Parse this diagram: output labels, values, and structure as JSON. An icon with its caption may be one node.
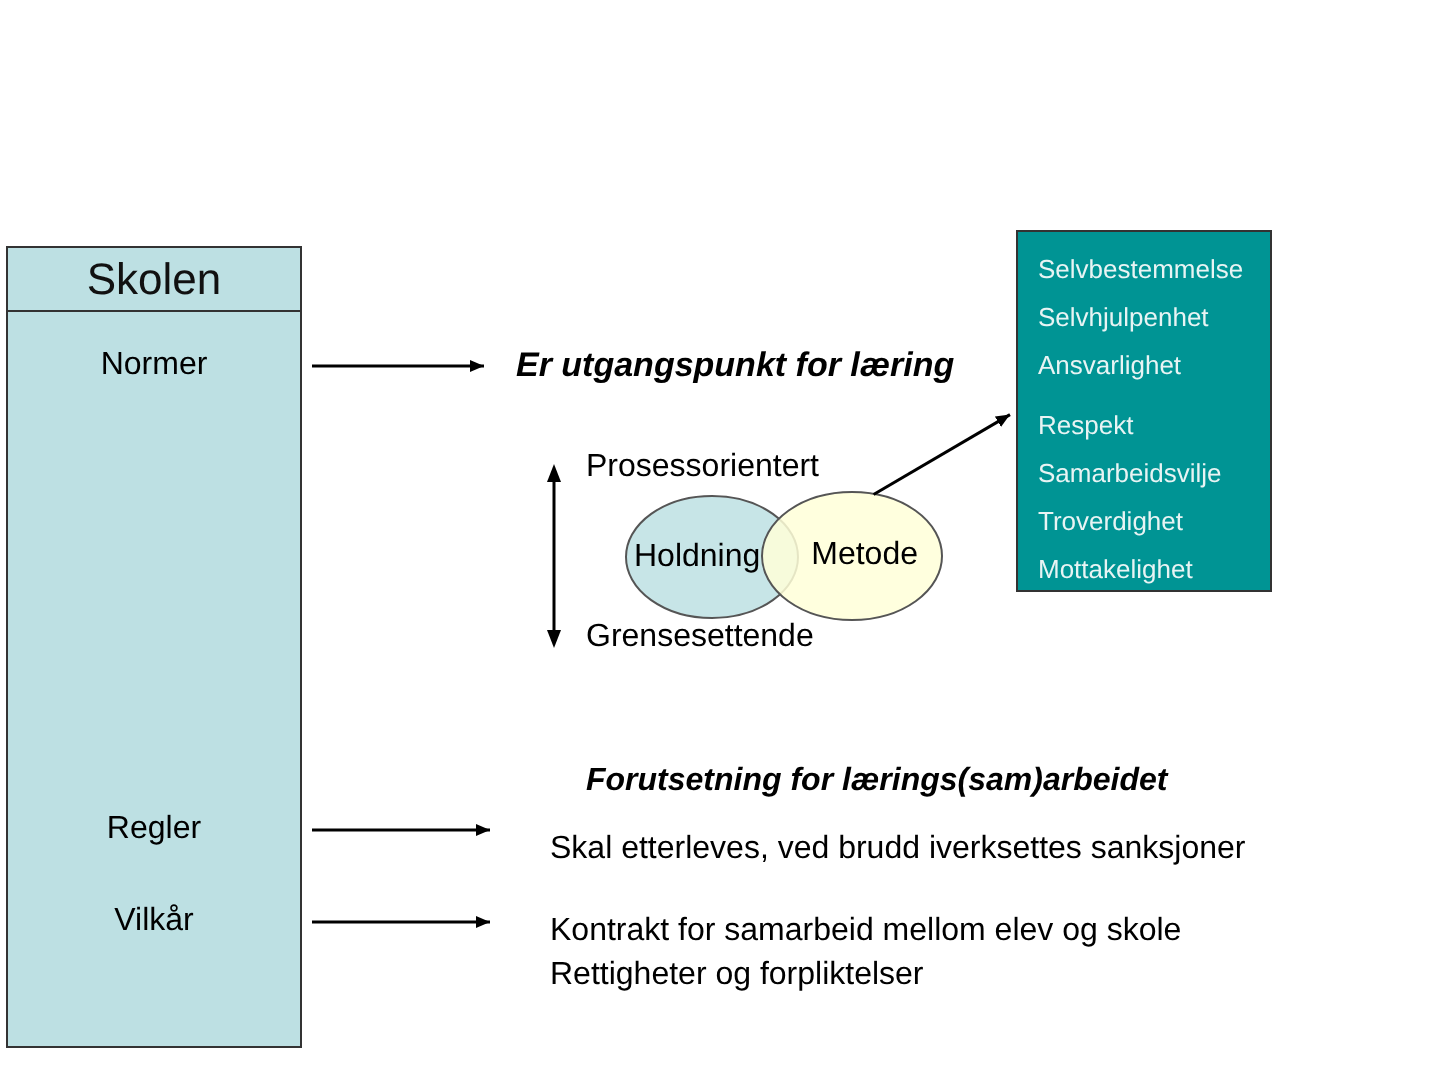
{
  "diagram": {
    "nodes": [
      {
        "text": [
          "Skolen"
        ]
      },
      {
        "text": [
          "Normer"
        ],
        "in": 0
      },
      {
        "text": [
          "Regler"
        ],
        "in": 0
      },
      {
        "text": [
          "Vilkår"
        ],
        "in": 0
      },
      {
        "text": [
          "Er utgangspunkt for læring"
        ]
      },
      {
        "text": [
          "Selvbestemmelse",
          "Selvhjulpenhet",
          "Ansvarlighet",
          "Respekt",
          "Samarbeidsvilje",
          "Troverdighet",
          "Mottakelighet"
        ]
      },
      {
        "text": [
          "Holdning"
        ]
      },
      {
        "text": [
          "Metode"
        ]
      },
      {
        "text": [
          "Skal etterleves, ved brudd iverksettes sanksjoner"
        ]
      },
      {
        "text": [
          "Kontrakt for samarbeid mellom elev og skole",
          "Rettigheter og forpliktelser"
        ]
      }
    ],
    "edges": [
      {
        "from": 1,
        "to": 4,
        "arrow": "to"
      },
      {
        "from": 7,
        "to": 5,
        "arrow": "to"
      },
      {
        "from": 2,
        "to": 8,
        "arrow": "to"
      },
      {
        "from": 3,
        "to": 9,
        "arrow": "to"
      }
    ],
    "labels": [
      "Prosessorientert",
      "Grensesettende",
      "Forutsetning for lærings(sam)arbeidet"
    ]
  }
}
